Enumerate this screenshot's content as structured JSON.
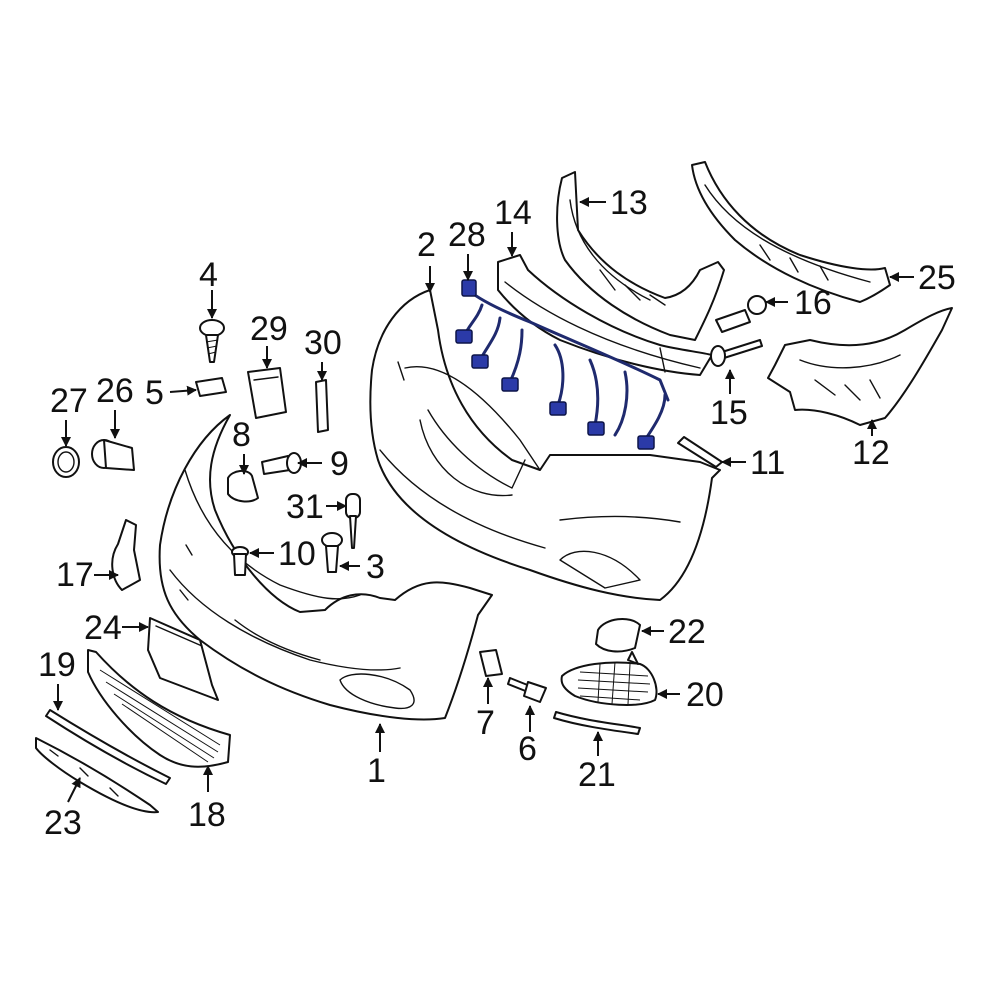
{
  "diagram": {
    "highlight_color": "#2b3aa8",
    "line_color": "#111111",
    "callouts": [
      {
        "id": "c1",
        "text": "1"
      },
      {
        "id": "c2",
        "text": "2"
      },
      {
        "id": "c3",
        "text": "3"
      },
      {
        "id": "c4",
        "text": "4"
      },
      {
        "id": "c5",
        "text": "5"
      },
      {
        "id": "c6",
        "text": "6"
      },
      {
        "id": "c7",
        "text": "7"
      },
      {
        "id": "c8",
        "text": "8"
      },
      {
        "id": "c9",
        "text": "9"
      },
      {
        "id": "c10",
        "text": "10"
      },
      {
        "id": "c11",
        "text": "11"
      },
      {
        "id": "c12",
        "text": "12"
      },
      {
        "id": "c13",
        "text": "13"
      },
      {
        "id": "c14",
        "text": "14"
      },
      {
        "id": "c15",
        "text": "15"
      },
      {
        "id": "c16",
        "text": "16"
      },
      {
        "id": "c17",
        "text": "17"
      },
      {
        "id": "c18",
        "text": "18"
      },
      {
        "id": "c19",
        "text": "19"
      },
      {
        "id": "c20",
        "text": "20"
      },
      {
        "id": "c21",
        "text": "21"
      },
      {
        "id": "c22",
        "text": "22"
      },
      {
        "id": "c23",
        "text": "23"
      },
      {
        "id": "c24",
        "text": "24"
      },
      {
        "id": "c25",
        "text": "25"
      },
      {
        "id": "c26",
        "text": "26"
      },
      {
        "id": "c27",
        "text": "27"
      },
      {
        "id": "c28",
        "text": "28"
      },
      {
        "id": "c29",
        "text": "29"
      },
      {
        "id": "c30",
        "text": "30"
      },
      {
        "id": "c31",
        "text": "31"
      }
    ]
  }
}
